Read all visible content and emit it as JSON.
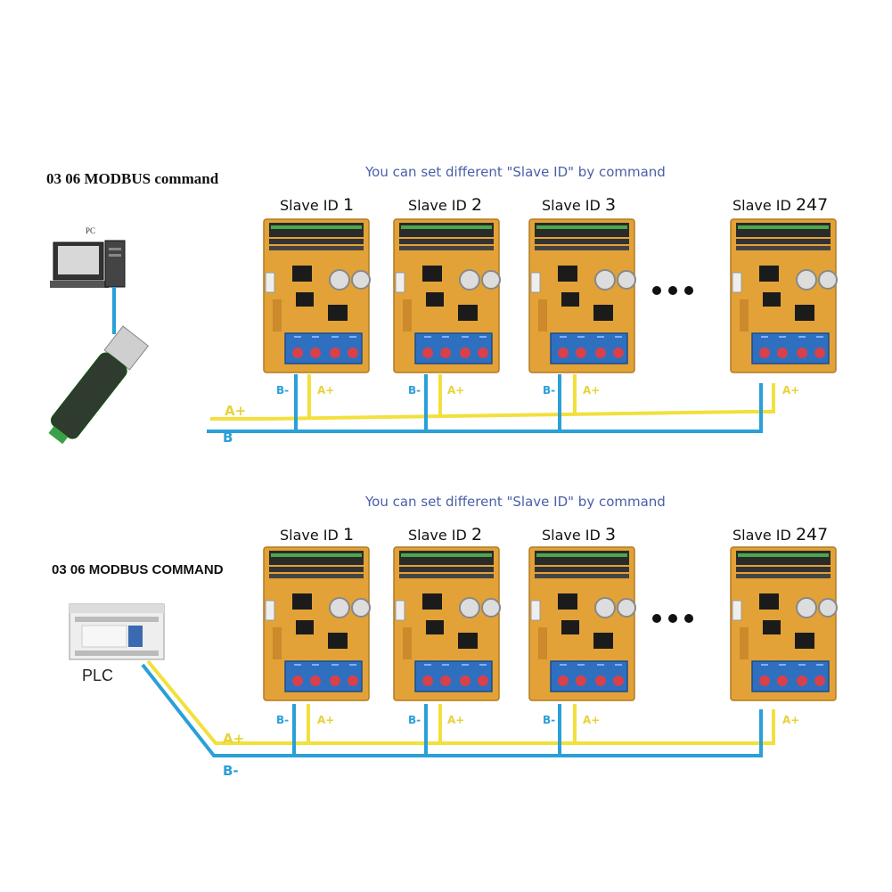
{
  "top": {
    "heading": "03 06 MODBUS command",
    "note": "You can set different \"Slave ID\" by command",
    "pc_label": "PC",
    "slave_prefix": "Slave ID",
    "slaves": [
      {
        "id": "1",
        "b": "B-",
        "a": "A+"
      },
      {
        "id": "2",
        "b": "B-",
        "a": "A+"
      },
      {
        "id": "3",
        "b": "B-",
        "a": "A+"
      },
      {
        "id": "247",
        "b": "",
        "a": "A+"
      }
    ],
    "bus_a": "A+",
    "bus_b": "B"
  },
  "bottom": {
    "heading": "03 06 MODBUS COMMAND",
    "note": "You can set different \"Slave ID\" by command",
    "plc_label": "PLC",
    "slave_prefix": "Slave ID",
    "slaves": [
      {
        "id": "1",
        "b": "B-",
        "a": "A+"
      },
      {
        "id": "2",
        "b": "B-",
        "a": "A+"
      },
      {
        "id": "3",
        "b": "B-",
        "a": "A+"
      },
      {
        "id": "247",
        "b": "",
        "a": "A+"
      }
    ],
    "bus_a": "A+",
    "bus_b": "B-"
  },
  "colors": {
    "wire_a": "#f2e03c",
    "wire_b": "#2aa0d8",
    "board": "#e2a237",
    "terminal": "#2f6fc0",
    "note_text": "#4a5fa8"
  },
  "icons": [
    "pc-computer-icon",
    "usb-adapter-icon",
    "plc-device-icon",
    "relay-board-icon",
    "ellipsis-icon"
  ]
}
